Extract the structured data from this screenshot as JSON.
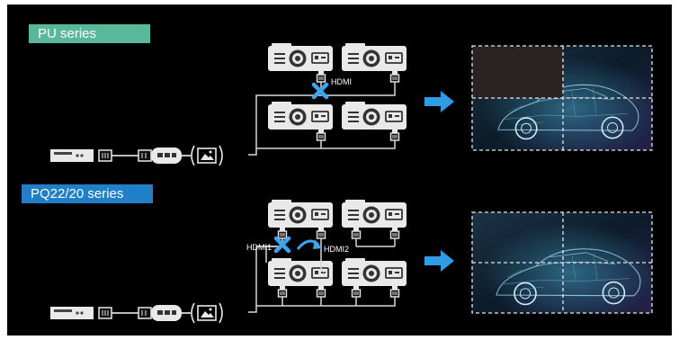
{
  "sections": [
    {
      "title": "PU series",
      "title_color": "#5ab89a",
      "port_labels": [
        "HDMI"
      ],
      "crossed_connection": true
    },
    {
      "title": "PQ22/20 series",
      "title_color": "#1f7fc9",
      "port_labels": [
        "HDMI1",
        "HDMI2"
      ],
      "crossed_connection": true
    }
  ],
  "colors": {
    "background": "#000000",
    "projector_body": "#e9e9e9",
    "cross_mark": "#3aa6f0",
    "arrow": "#2e9de6",
    "cable": "#d8d8d8"
  },
  "icons": [
    "media-player-icon",
    "hdmi-plug-icon",
    "hdmi-extender-icon",
    "image-source-icon",
    "projector-icon",
    "cross-icon",
    "right-arrow-icon",
    "video-wall-image"
  ]
}
